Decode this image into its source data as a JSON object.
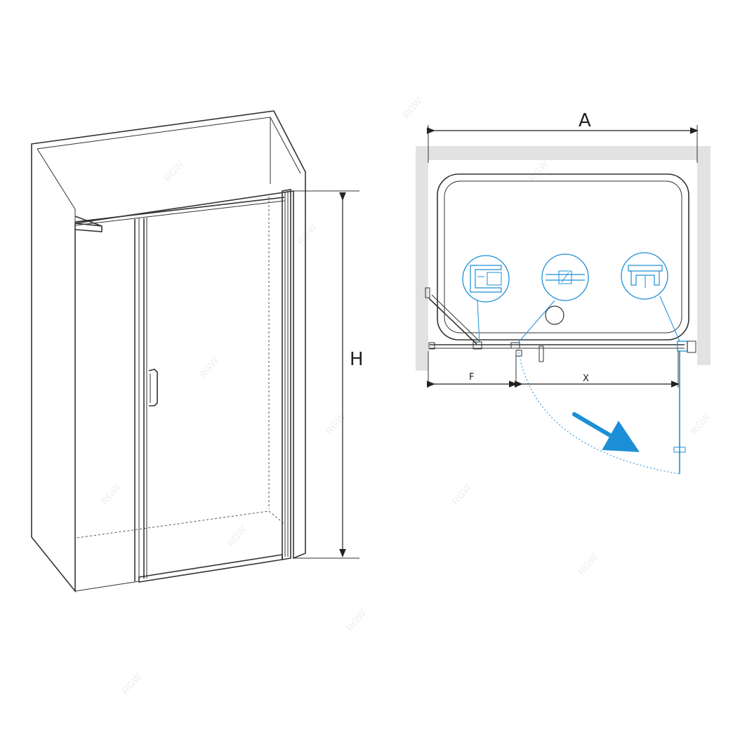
{
  "labels": {
    "height": "H",
    "width_total": "A",
    "fixed_panel": "F",
    "door_opening": "X"
  },
  "watermark": "RGW",
  "colors": {
    "line": "#333333",
    "wall": "#e2e2e2",
    "accent": "#1c8fd6",
    "watermark": "#eeeeee"
  },
  "icons": [
    "wall-profile-detail-icon",
    "hinge-detail-icon",
    "magnetic-seal-detail-icon",
    "door-swing-arrow-icon"
  ]
}
